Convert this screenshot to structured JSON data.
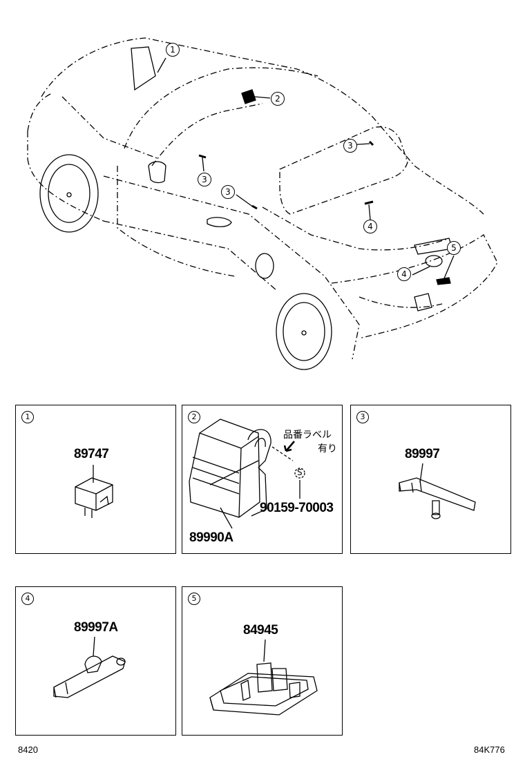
{
  "overview": {
    "callouts": [
      {
        "id": "c1",
        "label": "1"
      },
      {
        "id": "c2",
        "label": "2"
      },
      {
        "id": "c3a",
        "label": "3"
      },
      {
        "id": "c3b",
        "label": "3"
      },
      {
        "id": "c3c",
        "label": "3"
      },
      {
        "id": "c4a",
        "label": "4"
      },
      {
        "id": "c4b",
        "label": "4"
      },
      {
        "id": "c5",
        "label": "5"
      }
    ]
  },
  "panels": [
    {
      "index": "1",
      "part_numbers": [
        "89747"
      ]
    },
    {
      "index": "2",
      "part_numbers": [
        "89990A",
        "90159-70003"
      ],
      "note_line1": "品番ラベル",
      "note_line2": "有り",
      "screw_symbol": "S"
    },
    {
      "index": "3",
      "part_numbers": [
        "89997"
      ]
    },
    {
      "index": "4",
      "part_numbers": [
        "89997A"
      ]
    },
    {
      "index": "5",
      "part_numbers": [
        "84945"
      ]
    }
  ],
  "footer": {
    "left_code": "8420",
    "right_code": "84K776"
  }
}
